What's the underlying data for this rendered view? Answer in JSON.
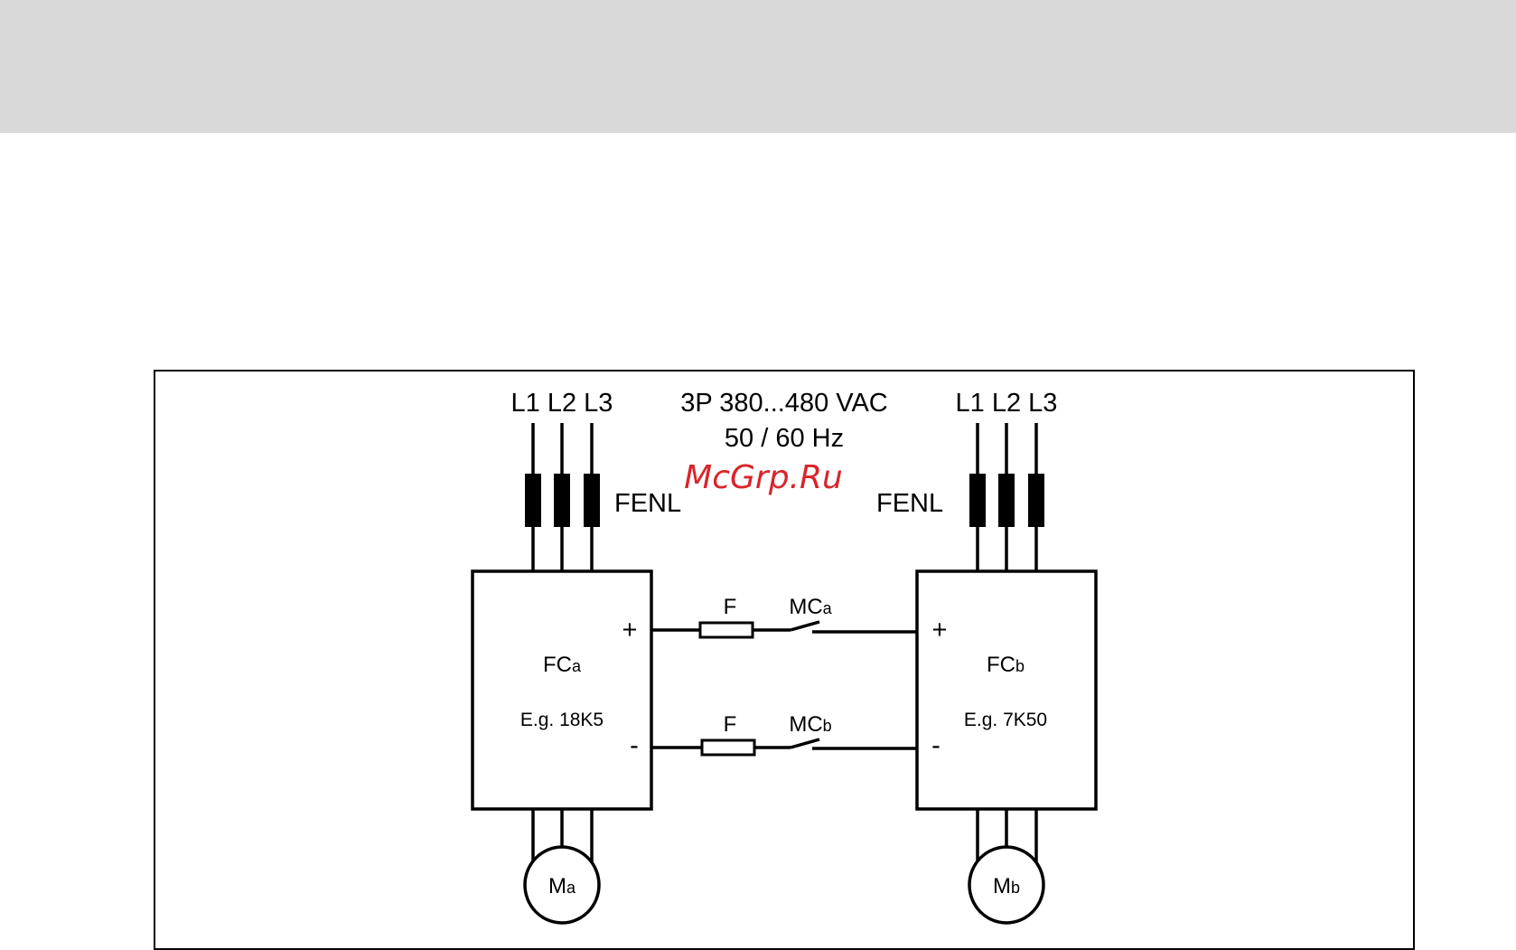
{
  "supply": {
    "left_phases": "L1 L2 L3",
    "right_phases": "L1 L2 L3",
    "voltage": "3P 380...480 VAC",
    "frequency": "50 / 60 Hz"
  },
  "watermark": "McGrp.Ru",
  "filters": {
    "left_label": "FENL",
    "right_label": "FENL"
  },
  "converters": [
    {
      "name": "FC",
      "sub": "a",
      "example": "E.g. 18K5",
      "plus": "+",
      "minus": "-"
    },
    {
      "name": "FC",
      "sub": "b",
      "example": "E.g. 7K50",
      "plus": "+",
      "minus": "-"
    }
  ],
  "dc_link": {
    "fuse_top": "F",
    "contactor_top": "MC",
    "contactor_top_sub": "a",
    "fuse_bottom": "F",
    "contactor_bottom": "MC",
    "contactor_bottom_sub": "b"
  },
  "motors": [
    {
      "name": "M",
      "sub": "a"
    },
    {
      "name": "M",
      "sub": "b"
    }
  ],
  "colors": {
    "header": "#d9d9d9",
    "watermark": "#d9252b"
  }
}
